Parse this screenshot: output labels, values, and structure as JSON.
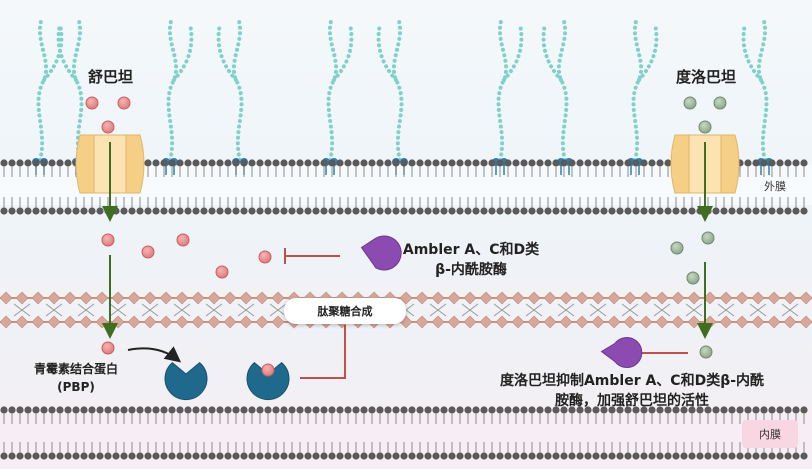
{
  "labels": {
    "sulbactam": "舒巴坦",
    "durlobactam": "度洛巴坦",
    "outer_membrane": "外膜",
    "inner_membrane": "内膜",
    "enzyme_line1": "Ambler A、C和D类",
    "enzyme_line2": "β-内酰胺酶",
    "peptidoglycan": "肽聚糖合成",
    "pbp_line1": "青霉素结合蛋白",
    "pbp_line2": "(PBP)",
    "note_line1": "度洛巴坦抑制Ambler A、C和D类β-内酰",
    "note_line2": "胺酶，加强舒巴坦的活性"
  },
  "colors": {
    "sulbactam": "#e07b7b",
    "durlobactam": "#8fa88a",
    "enzyme": "#8b4bb0",
    "pbp": "#1f6a8c",
    "porin": "#f5cf85",
    "arrow": "#3f6e1f",
    "inhibition": "#c0504d",
    "lps": "#7fd1c9",
    "lipid_head": "#5a5a5a",
    "peptidoglycan_strand": "#d9a79a"
  },
  "icons": [
    "porin-channel-icon",
    "beta-lactamase-icon",
    "pbp-icon"
  ]
}
